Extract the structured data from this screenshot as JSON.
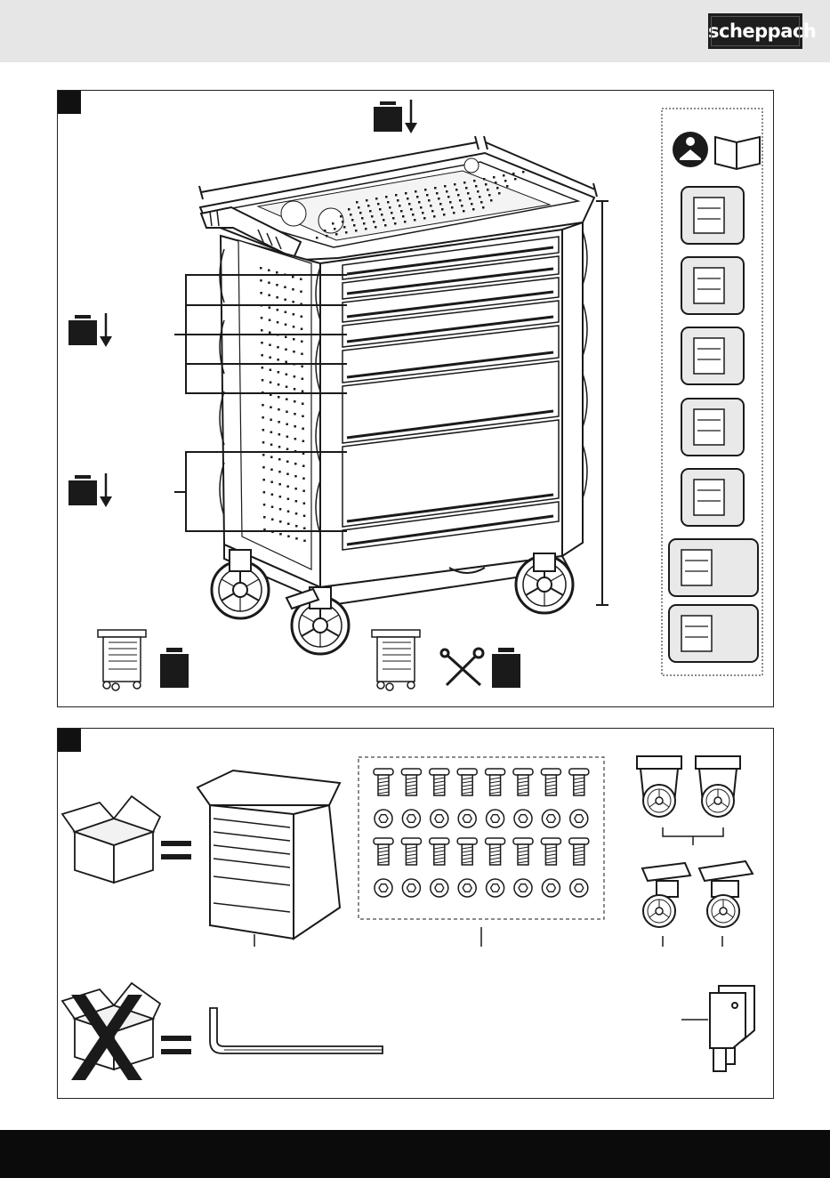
{
  "header": {
    "brand_logo_text": "scheppach",
    "band_color": "#e6e6e6"
  },
  "figures": [
    {
      "id": "A",
      "badge": "",
      "content": "tool-trolley-dimensions-and-load"
    },
    {
      "id": "B",
      "badge": "",
      "content": "scope-of-delivery"
    }
  ],
  "colors": {
    "ink": "#1a1a1a",
    "panel_border": "#222222",
    "footer": "#0b0b0b",
    "badge": "#111111"
  },
  "icons": {
    "load_weight": "weight-down-arrow-icon",
    "read_manual": "read-manual-icon",
    "tools": "tools-crossed-icon",
    "box": "cardboard-box-icon",
    "not_included": "crossed-out-box-icon",
    "hex_key": "allen-key-icon",
    "keys": "keys-icon"
  },
  "counts": {
    "bolts_per_row": 8,
    "bolt_rows": 2,
    "fixed_castors": 2,
    "swivel_castors": 2,
    "instruction_tiles": 7
  }
}
